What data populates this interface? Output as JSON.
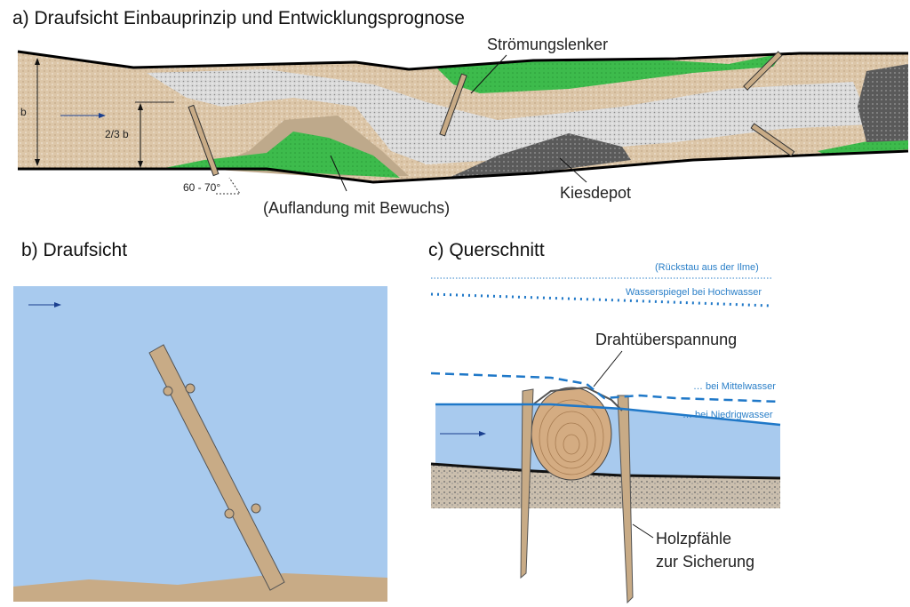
{
  "panel_a": {
    "title": "a) Draufsicht Einbauprinzip und Entwicklungsprognose",
    "width_label": "b",
    "two_thirds_label": "2/3 b",
    "angle_label": "60 - 70°",
    "label_deflector": "Strömungslenker",
    "label_sedimentation": "(Auflandung mit Bewuchs)",
    "label_gravel": "Kiesdepot"
  },
  "panel_b": {
    "title": "b) Draufsicht"
  },
  "panel_c": {
    "title": "c) Querschnitt",
    "backwater": "(Rückstau aus der Ilme)",
    "high_water": "Wasserspiegel bei Hochwasser",
    "wire": "Drahtüberspannung",
    "mean_water": "… bei Mittelwasser",
    "low_water": "… bei Niedrigwasser",
    "stakes_line1": "Holzpfähle",
    "stakes_line2": "zur Sicherung"
  },
  "colors": {
    "sand": "#dcc6a8",
    "sand_dark": "#bea98b",
    "gravel_light": "#d9d9d9",
    "vegetation": "#3dbb4c",
    "gravel_dark": "#5a5a5a",
    "water": "#a8caee",
    "wood": "#c8ab86",
    "water_line": "#1f78c8"
  }
}
